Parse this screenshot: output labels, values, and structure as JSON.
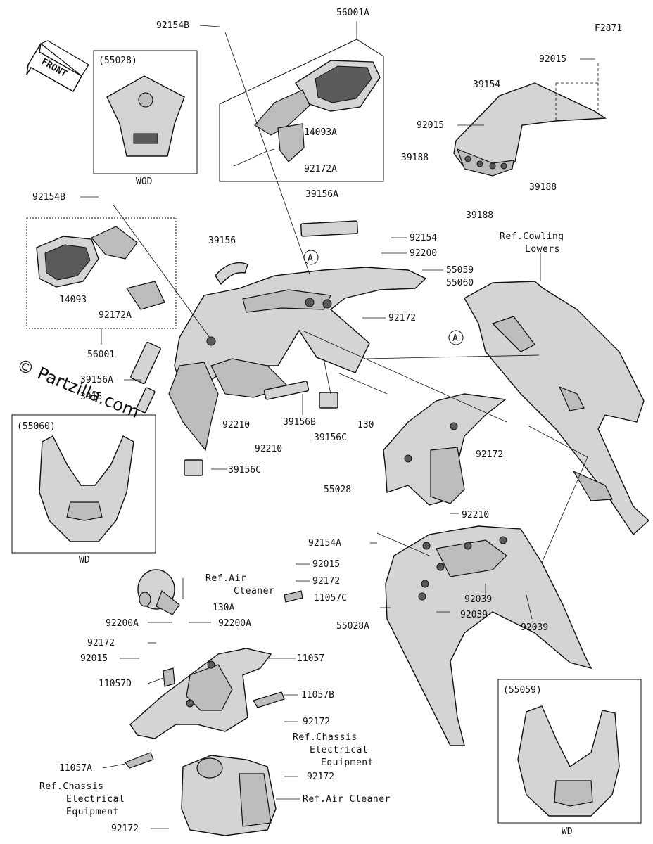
{
  "figure_id": "F2871",
  "watermark": "© Partzilla.com",
  "front_arrow": "FRONT",
  "callouts": {
    "A1": "A",
    "A2": "A"
  },
  "insets": {
    "wod": {
      "code": "(55028)",
      "caption": "WOD"
    },
    "wd_left": {
      "code": "(55060)",
      "caption": "WD"
    },
    "wd_right": {
      "code": "(55059)",
      "caption": "WD"
    }
  },
  "refs": {
    "cowling_lowers": [
      "Ref.Cowling",
      "Lowers"
    ],
    "air_cleaner_top": [
      "Ref.Air",
      "Cleaner"
    ],
    "chassis_elec_right": [
      "Ref.Chassis",
      "Electrical",
      "Equipment"
    ],
    "chassis_elec_left": [
      "Ref.Chassis",
      "Electrical",
      "Equipment"
    ],
    "air_cleaner_bottom": "Ref.Air Cleaner"
  },
  "labels": {
    "p92154B_top": "92154B",
    "p56001A": "56001A",
    "p14093A": "14093A",
    "p92172A_top": "92172A",
    "p92015_top": "92015",
    "p39154": "39154",
    "p92015_mid": "92015",
    "p39188_l": "39188",
    "p39188_r": "39188",
    "p39188_b": "39188",
    "p92154B_left": "92154B",
    "p39156A_top": "39156A",
    "p39156": "39156",
    "p92154": "92154",
    "p92200": "92200",
    "p55059": "55059",
    "p55060": "55060",
    "p14093": "14093",
    "p92172A_left": "92172A",
    "p92172_mid": "92172",
    "p56001": "56001",
    "p39156A_left": "39156A",
    "p3915x": "3915",
    "p92210_a": "92210",
    "p39156B": "39156B",
    "p39156C_a": "39156C",
    "p130": "130",
    "p92172_r": "92172",
    "p92210_b": "92210",
    "p39156C_b": "39156C",
    "p55028": "55028",
    "p92210_c": "92210",
    "p92154A": "92154A",
    "p92015_b": "92015",
    "p92172_b": "92172",
    "p11057C": "11057C",
    "p130A": "130A",
    "p92039_a": "92039",
    "p92039_b": "92039",
    "p92039_c": "92039",
    "p55028A": "55028A",
    "p92200A_l": "92200A",
    "p92200A_r": "92200A",
    "p92172_c": "92172",
    "p11057": "11057",
    "p92015_c": "92015",
    "p11057D": "11057D",
    "p11057B": "11057B",
    "p92172_d": "92172",
    "p11057A": "11057A",
    "p92172_e": "92172",
    "p92172_f": "92172"
  }
}
